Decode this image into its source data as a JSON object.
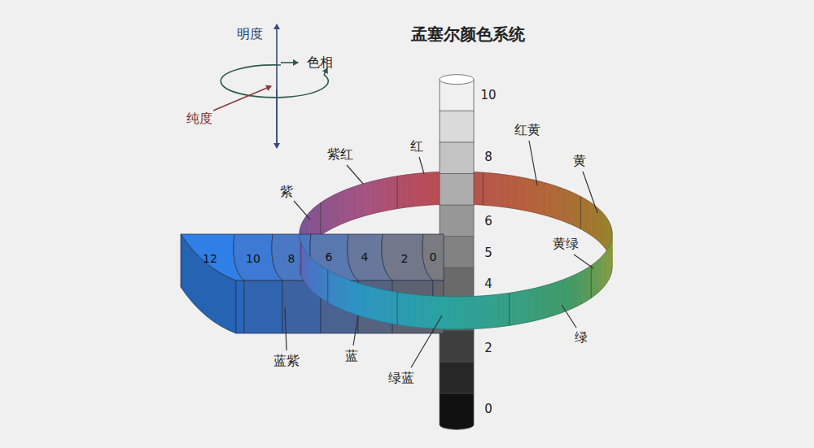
{
  "diagram": {
    "title": "孟塞尔颜色系统",
    "labels": [
      "明度",
      "色相",
      "纯度",
      "10",
      "8",
      "6",
      "5",
      "4",
      "2",
      "0",
      "紫红",
      "红",
      "红黄",
      "黄",
      "紫",
      "黄绿",
      "蓝紫",
      "蓝",
      "绿蓝",
      "绿",
      "12",
      "10",
      "8",
      "6",
      "4",
      "2",
      "0"
    ]
  }
}
